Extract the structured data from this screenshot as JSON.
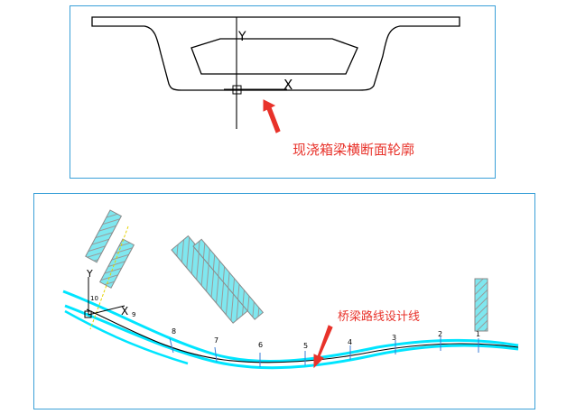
{
  "top_panel": {
    "annotation": "现浇箱梁横断面轮廓",
    "axis_y": "Y",
    "axis_x": "X"
  },
  "bottom_panel": {
    "annotation": "桥梁路线设计线",
    "axis_y": "Y",
    "axis_x": "X",
    "ucs_marks": [
      "10",
      "9"
    ],
    "station_labels": [
      "8",
      "7",
      "6",
      "5",
      "4",
      "3",
      "2",
      "1"
    ]
  },
  "colors": {
    "frame": "#3aa0d8",
    "arrow": "#e8322a",
    "annotation_text": "#e8322a",
    "road_band": "#00e5ff",
    "hatch_block": "#8a8a8a",
    "line": "#000000"
  }
}
